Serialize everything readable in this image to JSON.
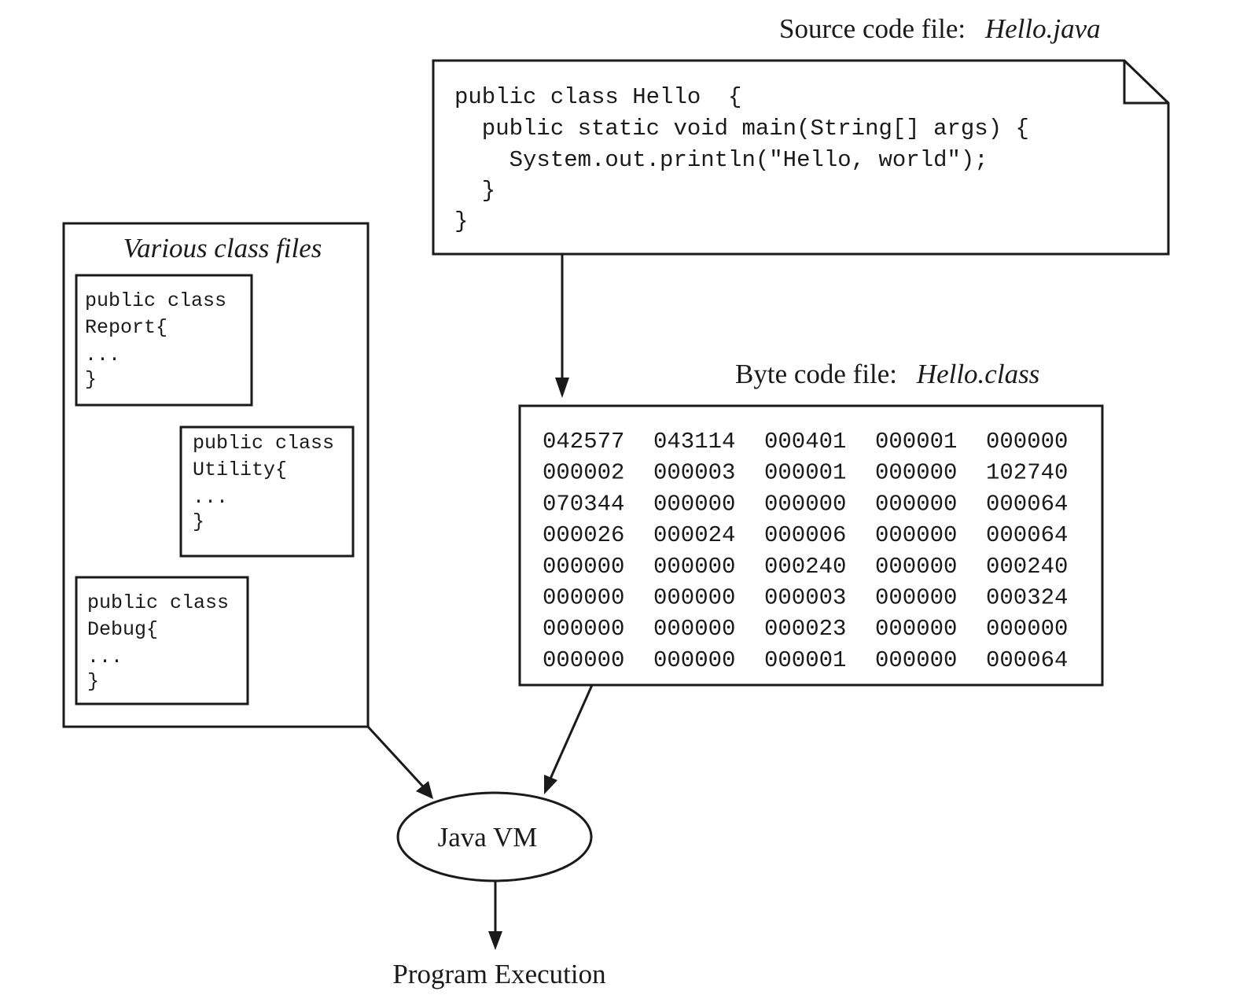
{
  "source_title": {
    "prefix": "Source code file:",
    "filename": "Hello.java"
  },
  "source_code": [
    "public class Hello  {",
    "  public static void main(String[] args) {",
    "    System.out.println(\"Hello, world\");",
    "  }",
    "}"
  ],
  "class_files": {
    "title": "Various class files",
    "files": [
      {
        "lines": [
          "public class",
          "Report{",
          "...",
          "}"
        ]
      },
      {
        "lines": [
          "public class",
          "Utility{",
          "...",
          "}"
        ]
      },
      {
        "lines": [
          "public class",
          "Debug{",
          "...",
          "}"
        ]
      }
    ]
  },
  "bytecode_title": {
    "prefix": "Byte code file:",
    "filename": "Hello.class"
  },
  "bytecode_rows": [
    [
      "042577",
      "043114",
      "000401",
      "000001",
      "000000"
    ],
    [
      "000002",
      "000003",
      "000001",
      "000000",
      "102740"
    ],
    [
      "070344",
      "000000",
      "000000",
      "000000",
      "000064"
    ],
    [
      "000026",
      "000024",
      "000006",
      "000000",
      "000064"
    ],
    [
      "000000",
      "000000",
      "000240",
      "000000",
      "000240"
    ],
    [
      "000000",
      "000000",
      "000003",
      "000000",
      "000324"
    ],
    [
      "000000",
      "000000",
      "000023",
      "000000",
      "000000"
    ],
    [
      "000000",
      "000000",
      "000001",
      "000000",
      "000064"
    ]
  ],
  "jvm_label": "Java VM",
  "execution_label": "Program Execution"
}
